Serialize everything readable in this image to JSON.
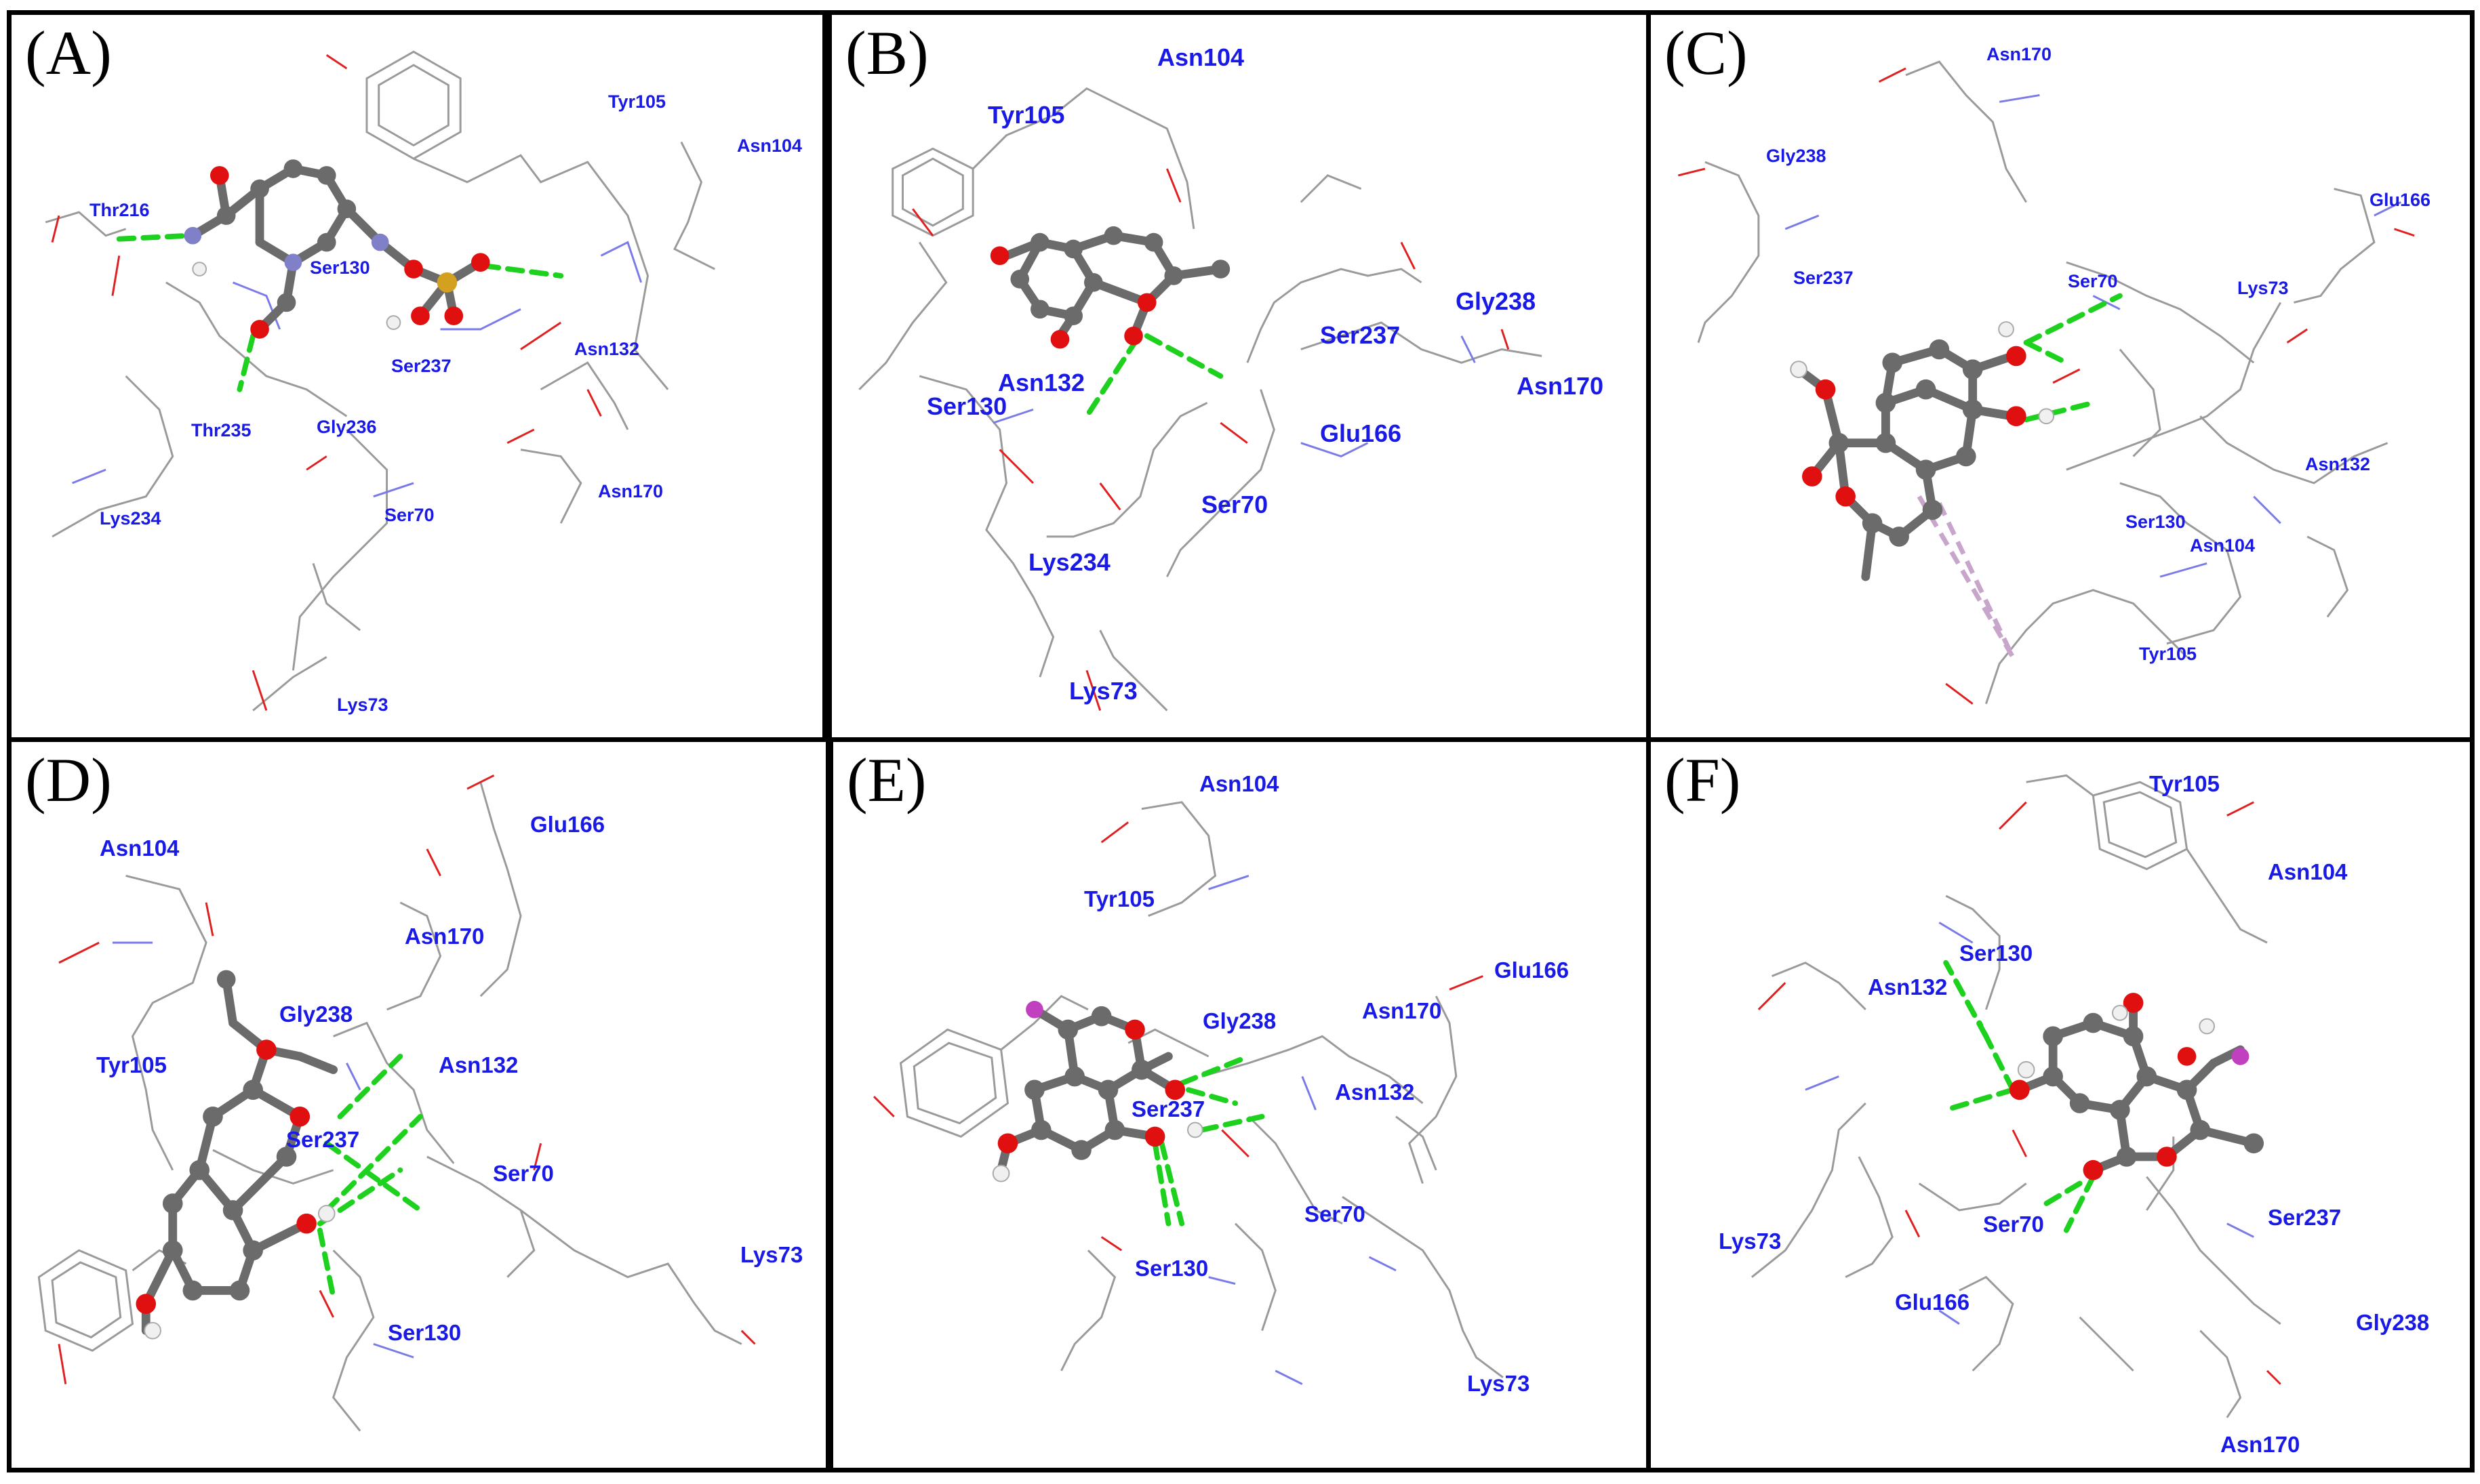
{
  "panels": [
    {
      "id": "A",
      "label": "(A)",
      "residues": [
        "Tyr105",
        "Asn104",
        "Thr216",
        "Ser130",
        "Ser237",
        "Asn132",
        "Thr235",
        "Gly236",
        "Lys234",
        "Ser70",
        "Asn170",
        "Lys73"
      ]
    },
    {
      "id": "B",
      "label": "(B)",
      "residues": [
        "Asn104",
        "Tyr105",
        "Gly238",
        "Ser237",
        "Asn132",
        "Asn170",
        "Ser130",
        "Glu166",
        "Ser70",
        "Lys234",
        "Lys73"
      ]
    },
    {
      "id": "C",
      "label": "(C)",
      "residues": [
        "Asn170",
        "Gly238",
        "Glu166",
        "Ser237",
        "Ser70",
        "Lys73",
        "Asn132",
        "Ser130",
        "Asn104",
        "Tyr105"
      ]
    },
    {
      "id": "D",
      "label": "(D)",
      "residues": [
        "Asn104",
        "Glu166",
        "Asn170",
        "Gly238",
        "Asn132",
        "Tyr105",
        "Ser237",
        "Ser70",
        "Lys73",
        "Ser130"
      ]
    },
    {
      "id": "E",
      "label": "(E)",
      "residues": [
        "Asn104",
        "Tyr105",
        "Glu166",
        "Asn170",
        "Gly238",
        "Asn132",
        "Ser237",
        "Ser70",
        "Ser130",
        "Lys73"
      ]
    },
    {
      "id": "F",
      "label": "(F)",
      "residues": [
        "Tyr105",
        "Asn104",
        "Ser130",
        "Asn132",
        "Lys73",
        "Ser70",
        "Ser237",
        "Glu166",
        "Gly238",
        "Asn170"
      ]
    }
  ],
  "colors": {
    "residue_label": "#1a1ae6",
    "carbon": "#6b6b6b",
    "oxygen": "#e01010",
    "hydrogen": "#f0f0f0",
    "nitrogen": "#8080c8",
    "sulfur": "#d4a020",
    "iodine": "#c040c0",
    "hydrogen_bond": "#1fd11f",
    "pi_interaction": "#c8a6cc"
  }
}
